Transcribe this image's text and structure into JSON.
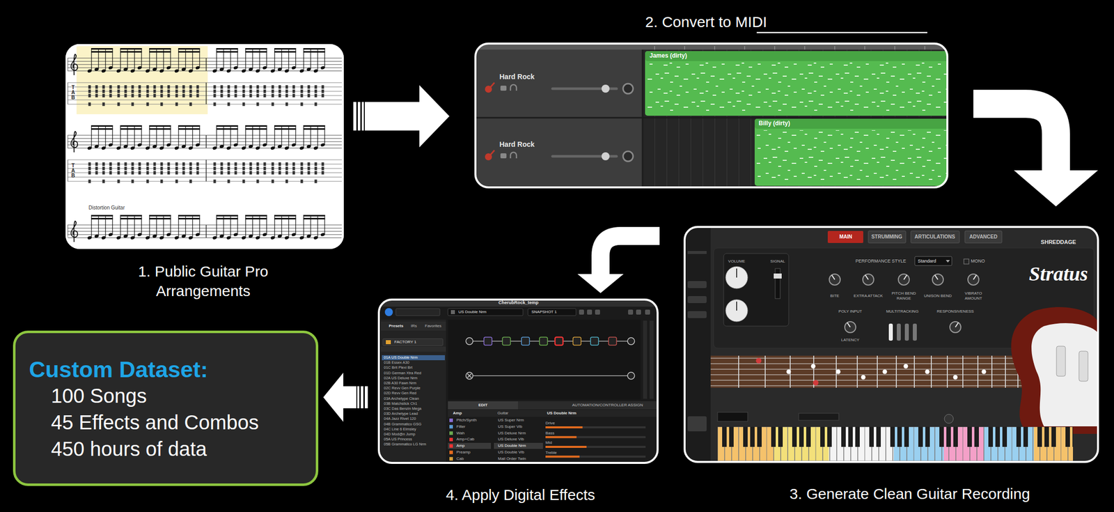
{
  "diagram": {
    "nodes": [
      {
        "text": [
          "1. Public Guitar Pro Arrangements"
        ]
      },
      {
        "text": [
          "2. Convert to MIDI"
        ]
      },
      {
        "text": [
          "3. Generate Clean Guitar Recording"
        ]
      },
      {
        "text": [
          "4. Apply Digital Effects"
        ]
      },
      {
        "text": [
          "Custom Dataset:",
          "100 Songs",
          "45 Effects and Combos",
          "450 hours of data"
        ]
      }
    ],
    "edges": [
      {
        "from": 0,
        "to": 1,
        "arrow": "to"
      },
      {
        "from": 1,
        "to": 2,
        "arrow": "to"
      },
      {
        "from": 2,
        "to": 3,
        "arrow": "to"
      },
      {
        "from": 3,
        "to": 4,
        "arrow": "to"
      }
    ],
    "labels": [
      "TAB",
      "TAB",
      "Distortion Guitar",
      "Hard Rock",
      "Hard Rock",
      "James (dirty)",
      "Billy (dirty)",
      "MAIN",
      "STRUMMING",
      "ARTICULATIONS",
      "ADVANCED",
      "VOLUME",
      "SIGNAL",
      "PERFORMANCE STYLE",
      "Standard",
      "MONO",
      "BITE",
      "EXTRA ATTACK",
      "PITCH BEND RANGE",
      "UNISON BEND",
      "VIBRATO AMOUNT",
      "POLY INPUT",
      "MULTITRACKING",
      "RESPONSIVENESS",
      "LATENCY",
      "SHREDDAGE",
      "Stratus",
      "CherubRock_temp",
      "US Double Nrm",
      "SNAPSHOT 1",
      "Presets",
      "IRs",
      "Favorites",
      "FACTORY 1",
      "01A US Double Nrm",
      "01B Essex A30",
      "01C Brit Plexi Brt",
      "01D German Xtra Red",
      "02A US Deluxe Nrm",
      "02B A30 Fawn Nrm",
      "02C Revv Gen Purple",
      "02D Revv Gen Red",
      "03A Archetype Clean",
      "03B Matchstick Ch1",
      "03C Das Benzin Mega",
      "03D Archetype Lead",
      "04A Jazz Rivet 120",
      "04B Grammatico GSG",
      "04C Line 6 Elmsley",
      "04D Mod@n Jump",
      "05A US Princess",
      "05B Grammatico LG Nrm",
      "EDIT",
      "AUTOMATION/CONTROLLER ASSIGN",
      "Amp",
      "Guitar",
      "US Double Nrm",
      "Pitch/Synth",
      "Filter",
      "Wah",
      "Amp+Cab",
      "Amp",
      "Preamp",
      "Cab",
      "US Super Nrm",
      "US Super Vib",
      "US Deluxe Nrm",
      "US Deluxe Vib",
      "US Double Nrm",
      "US Double Vib",
      "Mail Order Twin",
      "Drive",
      "Bass",
      "Mid",
      "Treble"
    ]
  }
}
